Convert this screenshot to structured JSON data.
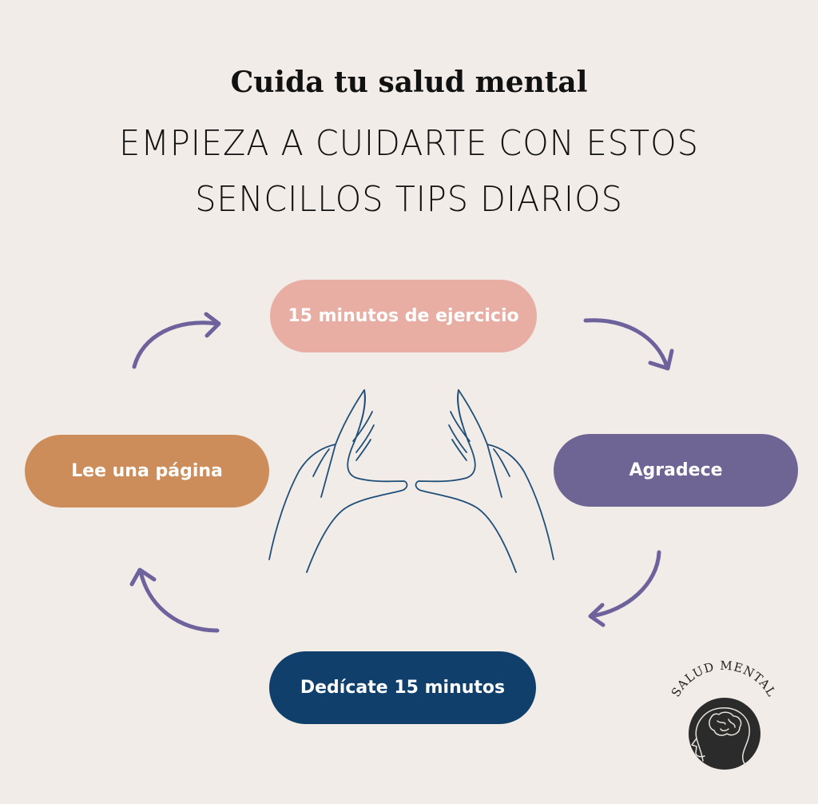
{
  "header": {
    "title": "Cuida tu salud mental",
    "subtitle_line1": "EMPIEZA A CUIDARTE CON ESTOS",
    "subtitle_line2": "SENCILLOS TIPS DIARIOS"
  },
  "cycle": {
    "steps": [
      {
        "label": "15 minutos de ejercicio",
        "color": "#e8ada3"
      },
      {
        "label": "Agradece",
        "color": "#6e6594"
      },
      {
        "label": "Dedícate 15 minutos",
        "color": "#0f3f6a"
      },
      {
        "label": "Lee una página",
        "color": "#cc8d5b"
      }
    ],
    "arrow_color": "#6e629c",
    "center_icon": "hands-icon"
  },
  "logo": {
    "text": "SALUD MENTAL",
    "icon": "head-brain-icon",
    "color": "#2b2b2b"
  }
}
